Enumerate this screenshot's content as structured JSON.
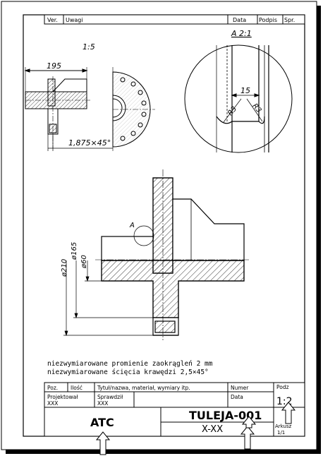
{
  "revision_header": {
    "ver": "Ver.",
    "uwagi": "Uwagi",
    "data": "Data",
    "podpis": "Podpis",
    "spr": "Spr."
  },
  "views": {
    "small_scale": "1:5",
    "detail_label": "A  2:1",
    "section_marker": "A"
  },
  "dimensions": {
    "d195": "195",
    "chamfer": "1,875×45°",
    "d15": "15",
    "r3_left": "R3",
    "r3_right": "R3",
    "d210": "ø210",
    "d165": "ø165",
    "d60": "ø60"
  },
  "notes": {
    "line1": "niezwymiarowane promienie zaokrągleń 2 mm",
    "line2": "niezwymiarowane ścięcia krawędzi 2,5×45°"
  },
  "title_block": {
    "poz": "Poz.",
    "ilosc": "Ilość",
    "tytul": "Tytuł/nazwa, materiał, wymiary itp.",
    "numer": "Numer",
    "podz": "Podz",
    "projektowal": "Projektował",
    "projektowal_val": "XXX",
    "sprawdzil": "Sprawdził",
    "sprawdzil_val": "XXX",
    "data": "Data",
    "scale": "1:2",
    "company": "ATC",
    "part_name": "TULEJA-001",
    "part_number": "X-XX",
    "arkusz": "Arkusz",
    "arkusz_val": "1/1"
  },
  "colors": {
    "ink": "#000000",
    "paper": "#ffffff",
    "shadow": "#000000"
  }
}
